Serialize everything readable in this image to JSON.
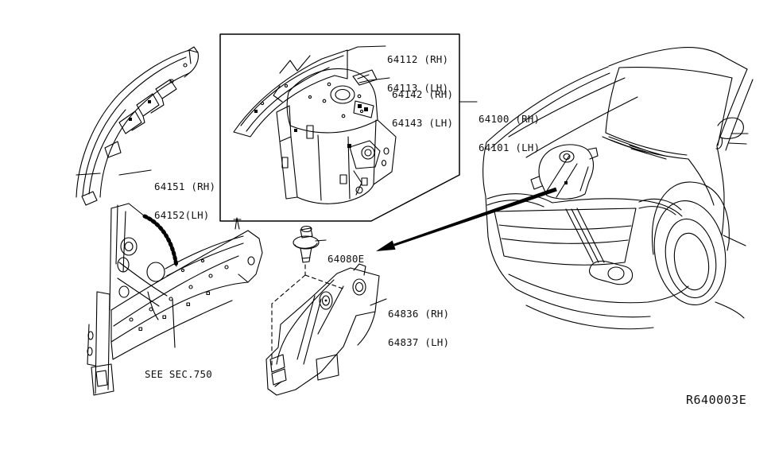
{
  "page": {
    "background_color": "#ffffff",
    "line_color": "#000000"
  },
  "labels": {
    "part_64112": {
      "line1": "64112 (RH)",
      "line2": "64113 (LH)"
    },
    "part_64142": {
      "line1": "64142 (RH)",
      "line2": "64143 (LH)"
    },
    "part_64100": {
      "line1": "64100 (RH)",
      "line2": "64101 (LH)"
    },
    "part_64151": {
      "line1": "64151 (RH)",
      "line2": "64152(LH)"
    },
    "part_64080": {
      "text": "64080E"
    },
    "part_64836": {
      "line1": "64836 (RH)",
      "line2": "64837 (LH)"
    },
    "see_section": {
      "text": "SEE SEC.750"
    },
    "reference_code": {
      "text": "R640003E"
    }
  }
}
